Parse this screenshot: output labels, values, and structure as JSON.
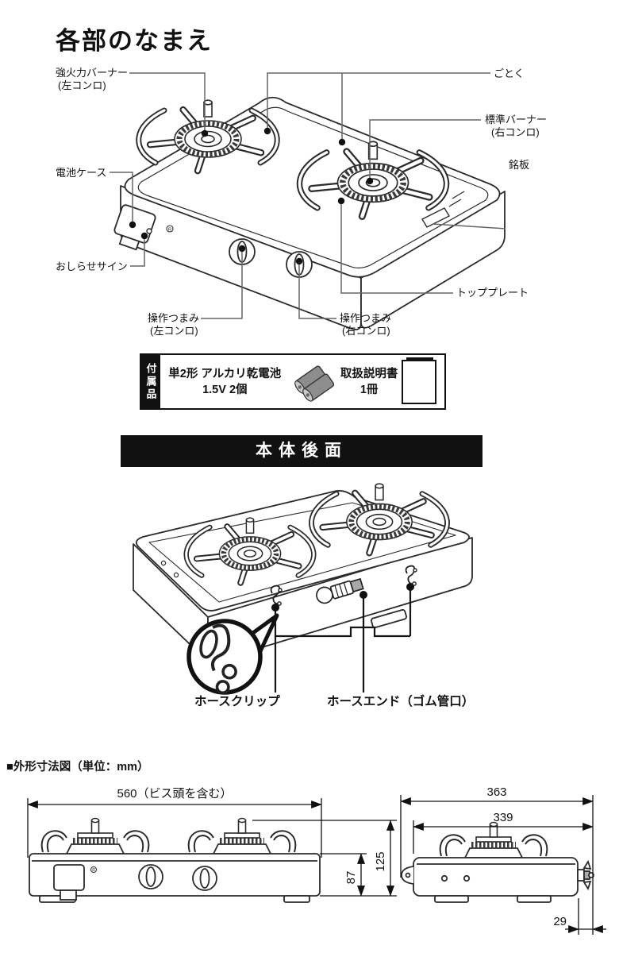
{
  "title": "各部のなまえ",
  "parts": {
    "high_burner_l1": "強火力バーナー",
    "high_burner_l2": "(左コンロ)",
    "gotoku": "ごとく",
    "std_burner_l1": "標準バーナー",
    "std_burner_l2": "(右コンロ)",
    "battery_case": "電池ケース",
    "nameplate": "銘板",
    "notice_sign": "おしらせサイン",
    "top_plate": "トッププレート",
    "knob_left_l1": "操作つまみ",
    "knob_left_l2": "(左コンロ)",
    "knob_right_l1": "操作つまみ",
    "knob_right_l2": "(右コンロ)"
  },
  "accessories": {
    "tab": "付属品",
    "battery_l1": "単2形 アルカリ乾電池",
    "battery_l2": "1.5V 2個",
    "manual_l1": "取扱説明書",
    "manual_l2": "1冊"
  },
  "rear": {
    "section_title": "本体後面",
    "hose_clip": "ホースクリップ",
    "hose_end": "ホースエンド（ゴム管口）"
  },
  "dimensions": {
    "header": "■外形寸法図（単位：mm）",
    "front_width": "560（ビス頭を含む）",
    "body_height": "87",
    "total_height": "125",
    "total_depth": "363",
    "body_depth": "339",
    "rear_offset": "29"
  },
  "marks": {
    "registered": "R"
  },
  "colors": {
    "ink": "#1a1a1a",
    "leader": "#666666",
    "banner_bg": "#111111",
    "banner_text": "#ffffff"
  }
}
